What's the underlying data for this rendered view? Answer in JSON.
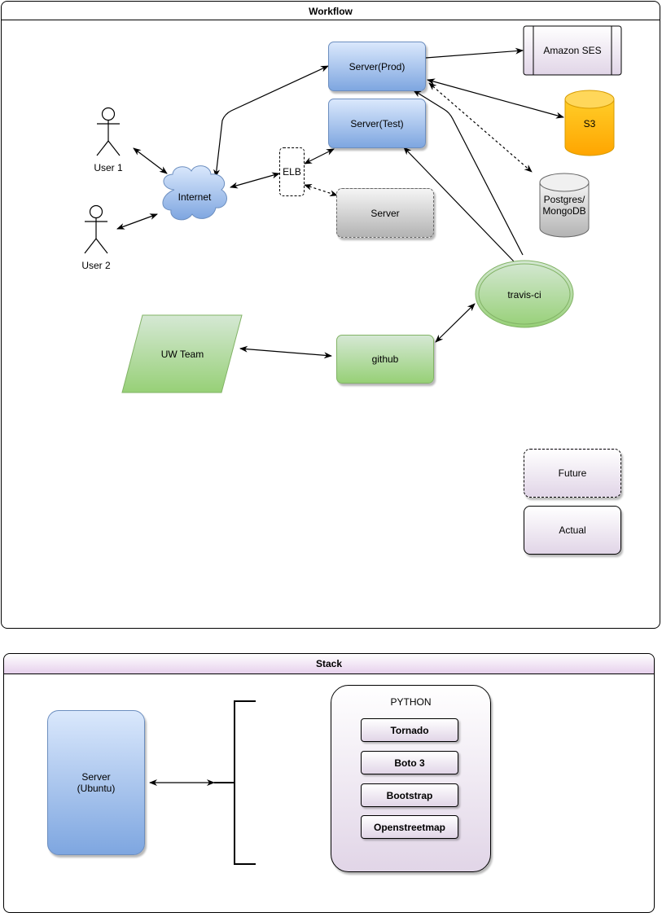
{
  "workflow": {
    "title": "Workflow",
    "users": [
      "User 1",
      "User 2"
    ],
    "internet": "Internet",
    "elb": "ELB",
    "server_prod": "Server(Prod)",
    "server_test": "Server(Test)",
    "server_future": "Server",
    "amazon_ses": "Amazon SES",
    "s3": "S3",
    "database": [
      "Postgres/",
      "MongoDB"
    ],
    "travis": "travis-ci",
    "github": "github",
    "team": "UW Team",
    "legend": {
      "future": "Future",
      "actual": "Actual"
    }
  },
  "stack": {
    "title": "Stack",
    "server": [
      "Server",
      "(Ubuntu)"
    ],
    "python_title": "PYTHON",
    "libraries": [
      "Tornado",
      "Boto 3",
      "Bootstrap",
      "Openstreetmap"
    ]
  },
  "colors": {
    "server_fill": "#7ea6e0",
    "s3_fill": "#ffa500",
    "db_fill": "#c0c0c0",
    "green_fill": "#97d077",
    "lilac_fill": "#e1d5e7"
  }
}
